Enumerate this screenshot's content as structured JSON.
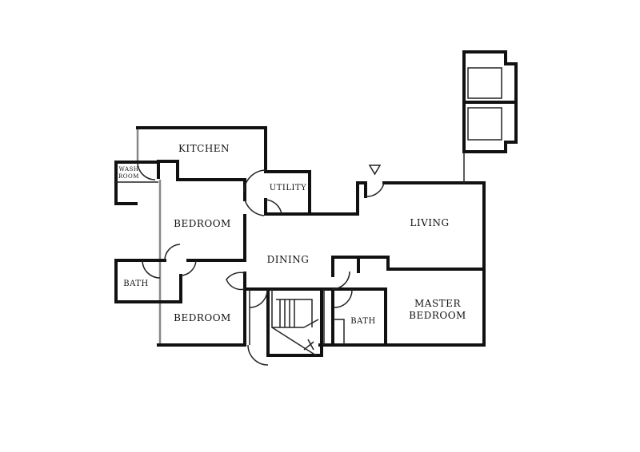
{
  "rooms": {
    "kitchen": "KITCHEN",
    "wash_room_line1": "WASH",
    "wash_room_line2": "ROOM",
    "utility": "UTILITY",
    "bedroom_1": "BEDROOM",
    "bedroom_2": "BEDROOM",
    "bath_left": "BATH",
    "dining": "DINING",
    "living": "LIVING",
    "bath_right": "BATH",
    "master_line1": "MASTER",
    "master_line2": "BEDROOM"
  },
  "markers": {
    "entry": "triangle-entry-marker"
  }
}
